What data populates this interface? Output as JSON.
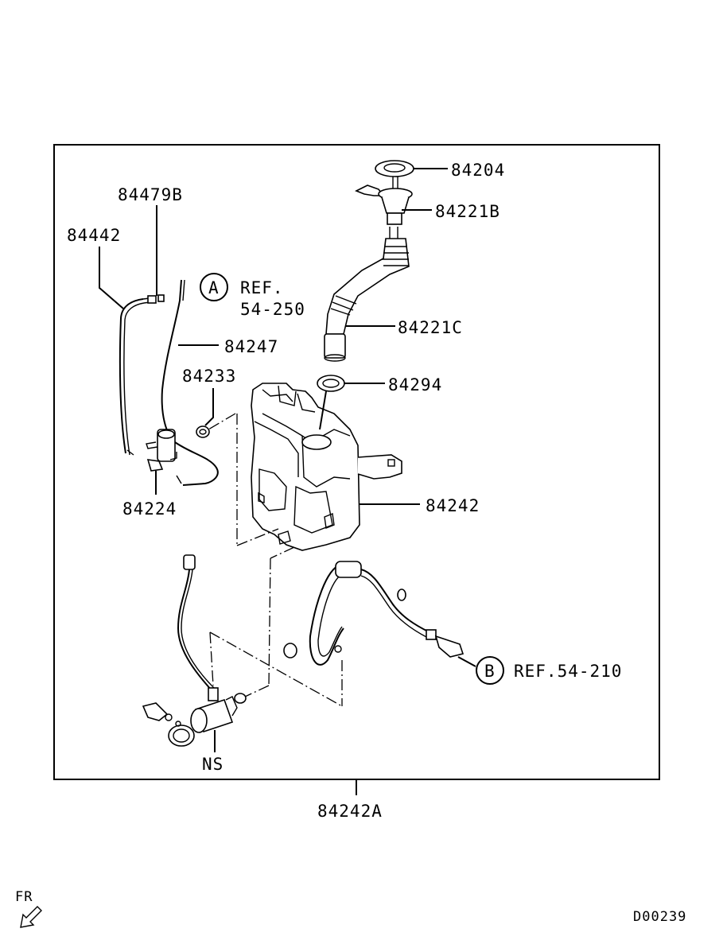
{
  "labels": {
    "p84204": "84204",
    "p84221b": "84221B",
    "p84479b": "84479B",
    "p84442": "84442",
    "p84221c": "84221C",
    "p84247": "84247",
    "p84233": "84233",
    "p84294": "84294",
    "p84242": "84242",
    "p84224": "84224",
    "ns": "NS",
    "p84242a": "84242A"
  },
  "references": {
    "a": {
      "marker": "A",
      "line1": "REF.",
      "line2": "54-250"
    },
    "b": {
      "marker": "B",
      "text": "REF.54-210"
    }
  },
  "footer": {
    "front_marker": "FR",
    "diagram_code": "D00239"
  },
  "icons": [
    "front-direction-arrow-icon"
  ]
}
